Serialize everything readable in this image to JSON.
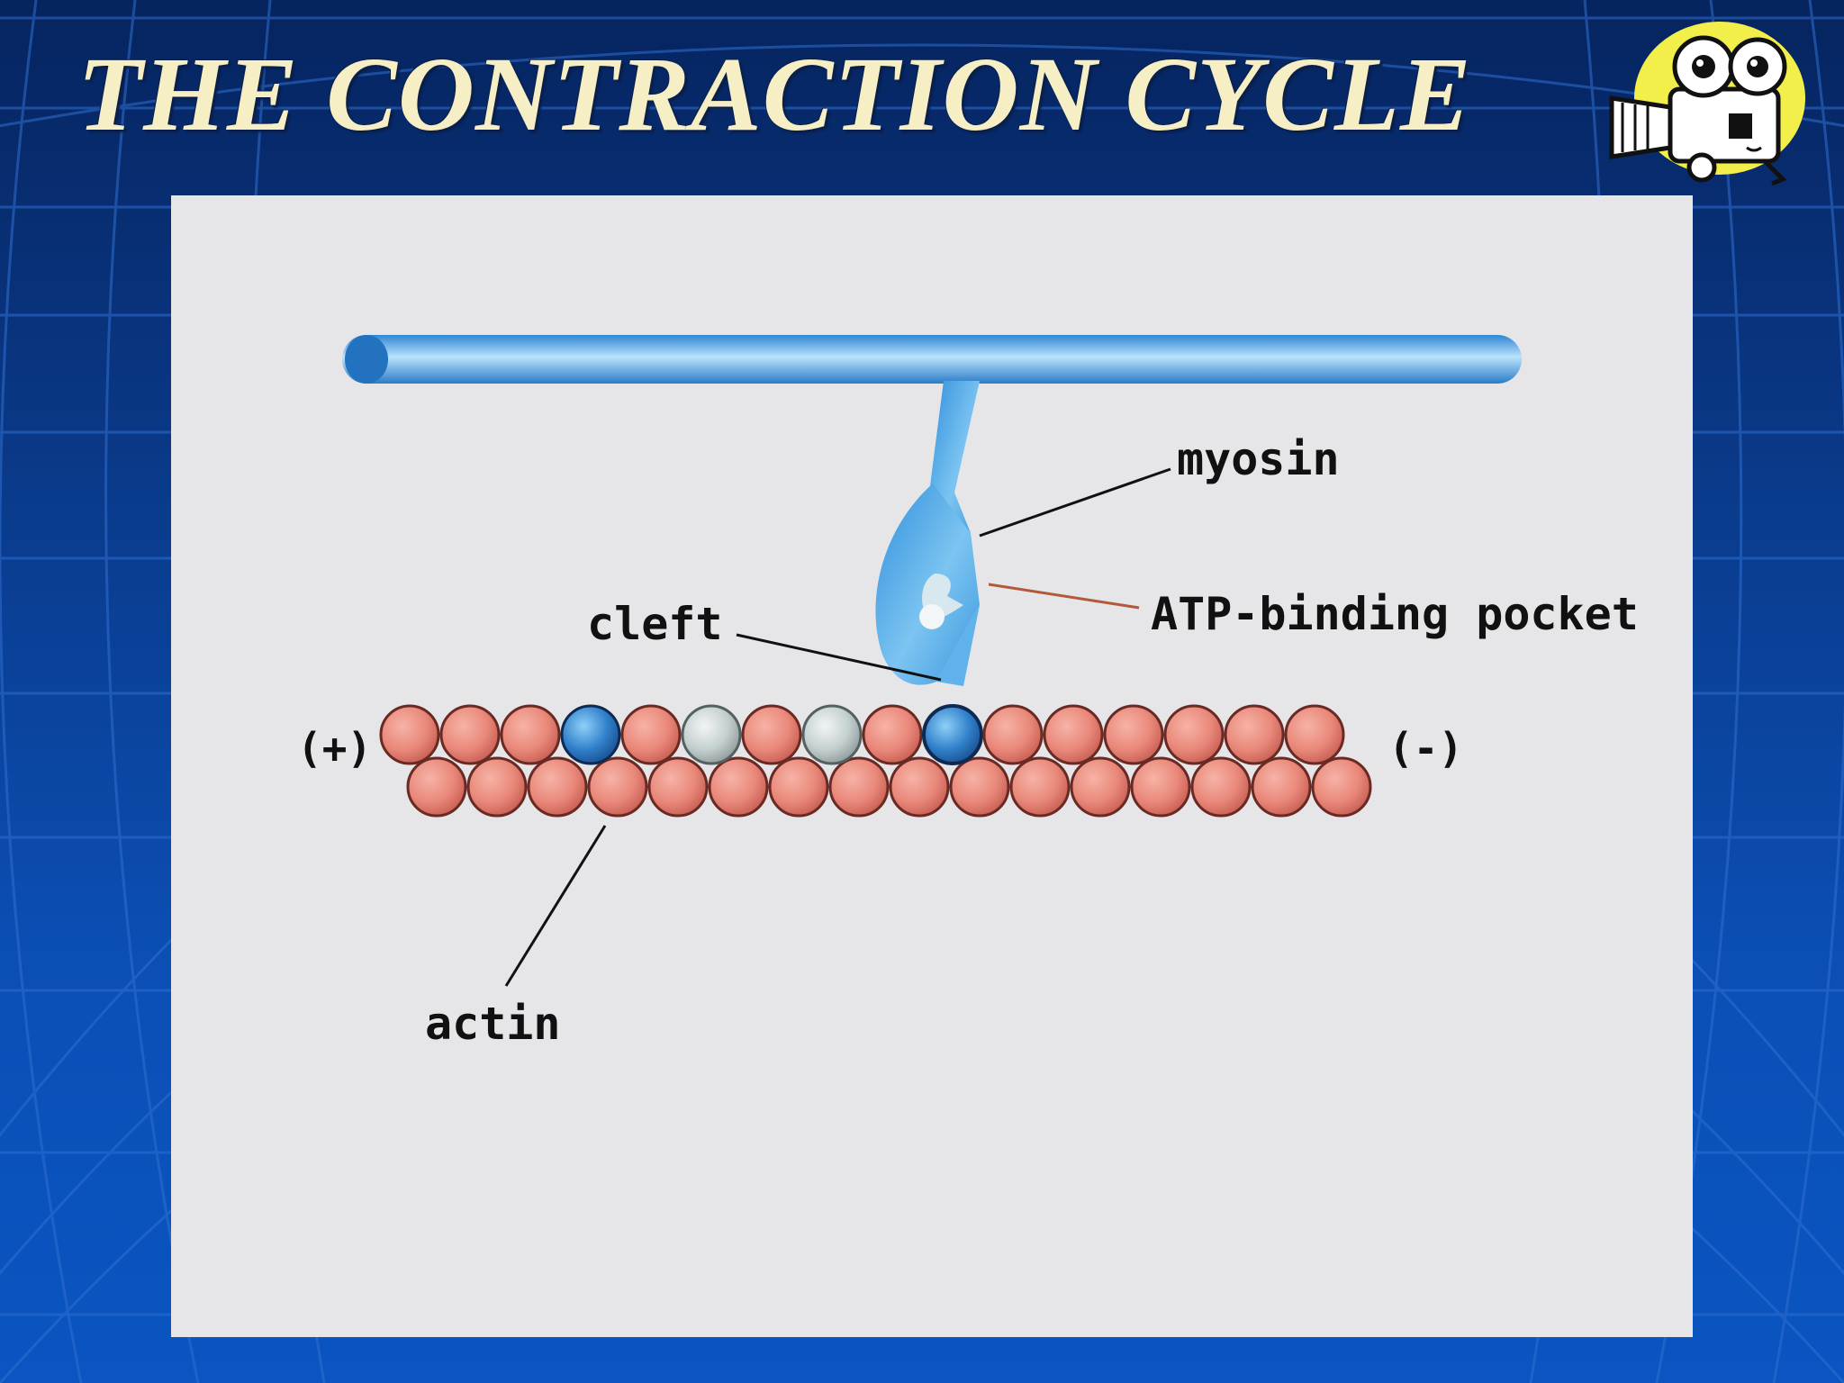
{
  "slide": {
    "title": "THE CONTRACTION CYCLE"
  },
  "diagram": {
    "labels": {
      "myosin": "myosin",
      "atp_pocket": "ATP-binding pocket",
      "cleft": "cleft",
      "plus_end": "(+)",
      "minus_end": "(-)",
      "actin": "actin"
    }
  },
  "colors": {
    "background_blue": "#0a3a8a",
    "title_cream": "#f6eec4",
    "panel_gray": "#e6e5e8",
    "actin_salmon": "#e98a78",
    "myosin_blue": "#4aa3e0"
  },
  "icons": {
    "mascot": "film-camera-mascot-icon"
  }
}
